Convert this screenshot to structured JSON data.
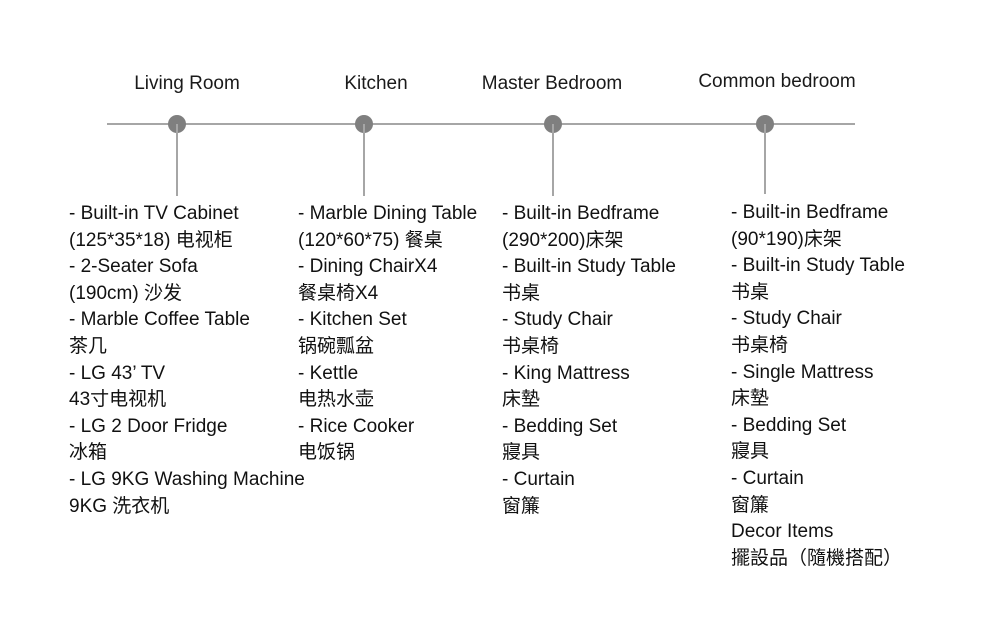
{
  "timeline": {
    "rooms": [
      {
        "name": "Living Room",
        "items": [
          "- Built-in TV Cabinet",
          "(125*35*18) 电视柜",
          "- 2-Seater Sofa",
          "(190cm) 沙发",
          "- Marble Coffee Table",
          "茶几",
          "- LG 43’ TV",
          "43寸电视机",
          "- LG 2 Door Fridge",
          "冰箱",
          "- LG 9KG Washing Machine",
          "9KG 洗衣机"
        ]
      },
      {
        "name": "Kitchen",
        "items": [
          "- Marble Dining Table",
          "(120*60*75) 餐桌",
          "- Dining ChairX4",
          "餐桌椅X4",
          "- Kitchen Set",
          "锅碗瓢盆",
          "- Kettle",
          "电热水壶",
          "- Rice Cooker",
          "电饭锅"
        ]
      },
      {
        "name": "Master Bedroom",
        "items": [
          "- Built-in Bedframe",
          "(290*200)床架",
          "- Built-in Study Table",
          "书桌",
          "- Study Chair",
          "书桌椅",
          "- King Mattress",
          "床墊",
          "- Bedding Set",
          "寢具",
          "- Curtain",
          "窗簾"
        ]
      },
      {
        "name": "Common bedroom",
        "items": [
          "- Built-in Bedframe",
          "(90*190)床架",
          "- Built-in Study Table",
          "书桌",
          "- Study Chair",
          "书桌椅",
          "- Single Mattress",
          "床墊",
          "- Bedding Set",
          "寢具",
          "- Curtain",
          "窗簾",
          "Decor Items",
          "擺設品（隨機搭配）"
        ]
      }
    ]
  },
  "colors": {
    "line": "#a6a6a6",
    "node": "#7f7f7f",
    "text": "#111111"
  }
}
